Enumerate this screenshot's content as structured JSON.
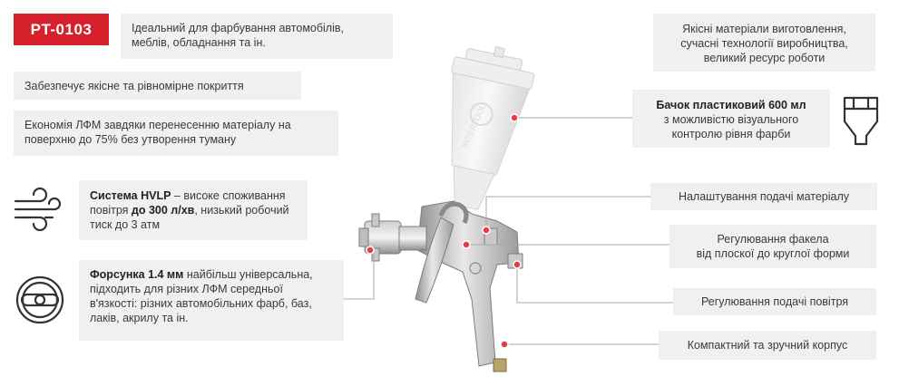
{
  "badge": {
    "model": "PT-0103"
  },
  "left_notes": {
    "painting": "Ідеальний для фарбування автомобілів, меблів, обладнання та ін.",
    "coating": "Забезпечує якісне та рівномірне покриття",
    "economy": "Економія ЛФМ завдяки перенесенню матеріалу на поверхню до 75% без утворення туману"
  },
  "hvlp": {
    "title": "Система HVLP",
    "text1": " – високе споживання повітря ",
    "value": "до 300 л/хв",
    "text2": ", низький робочий тиск до 3 атм",
    "icon": "wind-icon"
  },
  "nozzle": {
    "title": "Форсунка 1.4 мм",
    "text": " найбільш універсальна, підходить для різних ЛФМ середньої в'язкості: різних автомобільних фарб, баз, лаків, акрилу та ін.",
    "icon": "nozzle-icon"
  },
  "right_notes": {
    "materials": "Якісні матеріали виготовлення, сучасні технології виробництва, великий ресурс роботи",
    "tank_title": "Бачок пластиковий 600 мл",
    "tank_text": "з можливістю візуального контролю рівня фарби",
    "tank_icon": "cup-icon",
    "feed": "Налаштування подачі матеріалу",
    "fan_line1": "Регулювання факела",
    "fan_line2": "від плоскої до круглої форми",
    "air": "Регулювання подачі повітря",
    "body": "Компактний та зручний корпус"
  },
  "product": {
    "cup_brand": "INTERTOOL",
    "image": "spray-gun-image"
  },
  "colors": {
    "accent": "#d6202b",
    "box": "#f0f0f0",
    "line": "#aaaaaa"
  }
}
